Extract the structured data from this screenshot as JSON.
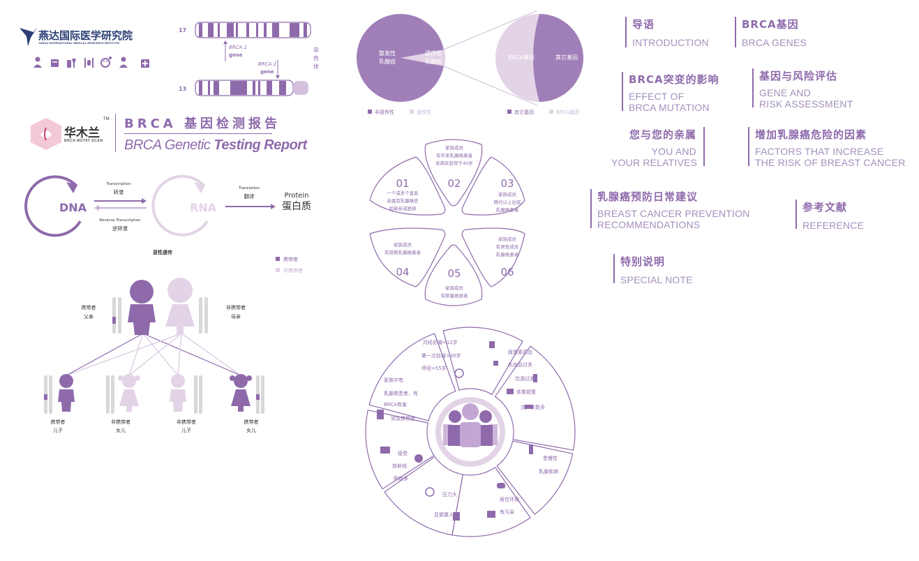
{
  "logo": {
    "name": "燕达国际医学研究院",
    "subtitle": "YANDA INTERNATIONAL MEDICAL RESEARCH INSTITUTE"
  },
  "chromosome": {
    "label_17": "17",
    "label_13": "13",
    "brca1": "BRCA 1",
    "brca2": "BRCA 2",
    "gene": "gene",
    "side_label": "染色体"
  },
  "brand": {
    "name": "华木兰",
    "tm": "TM",
    "subtitle": "BRCA MUTAT SCAN",
    "report_cn": "BRCA 基因检测报告",
    "report_en_light": "BRCA Genetic ",
    "report_en_bold": "Testing Report"
  },
  "dogma": {
    "dna": "DNA",
    "rna": "RNA",
    "transcription_en": "Transcription",
    "transcription_cn": "转录",
    "reverse_en": "Reverse Transcription",
    "reverse_cn": "逆转录",
    "translation_en": "Translation",
    "translation_cn": "翻译",
    "protein_en": "Protein",
    "protein_cn": "蛋白质"
  },
  "inheritance": {
    "title": "显性遗传",
    "legend_carrier": "携带者",
    "legend_noncarrier": "非携带者",
    "father_l1": "携带者",
    "father_l2": "父亲",
    "mother_l1": "非携带者",
    "mother_l2": "母亲",
    "children": [
      {
        "l1": "携带者",
        "l2": "儿子"
      },
      {
        "l1": "非携带者",
        "l2": "女儿"
      },
      {
        "l1": "非携带者",
        "l2": "儿子"
      },
      {
        "l1": "携带者",
        "l2": "女儿"
      }
    ]
  },
  "pies": {
    "left": {
      "big": "散发性\n乳腺癌",
      "small": "遗传性\n乳腺癌",
      "legend_a": "非遗传性",
      "legend_b": "遗传性"
    },
    "right": {
      "a": "BRCA基因",
      "b": "其它基因",
      "legend_a": "其它基因",
      "legend_b": "BRCA基因"
    }
  },
  "flower": {
    "petals": [
      {
        "num": "01",
        "text": "一个或多个直系\n亲属有乳腺癌史\n如母亲或姐妹"
      },
      {
        "num": "02",
        "text": "家族成员\n有平发乳腺癌患者\n发病年龄早于40岁"
      },
      {
        "num": "03",
        "text": "家族成员\n两代以上出现\n乳腺癌患者"
      },
      {
        "num": "04",
        "text": "家族成员\n有双侧乳腺癌患者"
      },
      {
        "num": "05",
        "text": "家族成员\n有卵巢癌患者"
      },
      {
        "num": "06",
        "text": "家族成员\n有男性成员\n乳腺癌患者"
      }
    ]
  },
  "risk_wheel": {
    "segments": [
      {
        "lines": [
          "月经初潮<12岁",
          "第一次妊娠>30岁",
          "停经>55岁"
        ]
      },
      {
        "lines": [
          "雌激素药品",
          "化妆品过多",
          "饮酒过多",
          "体重超重",
          "流产次数多"
        ]
      },
      {
        "lines": [
          "患慢性",
          "乳腺疾病"
        ]
      },
      {
        "lines": [
          "居住环境",
          "有污染"
        ]
      },
      {
        "lines": [
          "压力大",
          "亚健康人群"
        ]
      },
      {
        "lines": [
          "接受",
          "放射线",
          "照射多"
        ]
      },
      {
        "lines": [
          "家族中有",
          "乳腺癌患者、有",
          "BRCA有害",
          "突变携带者"
        ]
      }
    ]
  },
  "headings": [
    {
      "cn": "导语",
      "en": "INTRODUCTION"
    },
    {
      "cn": "BRCA基因",
      "en": "BRCA GENES"
    },
    {
      "cn": "BRCA突变的影响",
      "en": "EFFECT OF\nBRCA MUTATION"
    },
    {
      "cn": "基因与风险评估",
      "en": "GENE AND\nRISK ASSESSMENT"
    },
    {
      "cn": "您与您的亲属",
      "en": "YOU AND\nYOUR RELATIVES"
    },
    {
      "cn": "增加乳腺癌危险的因素",
      "en": "FACTORS THAT INCREASE\nTHE RISK OF BREAST CANCER"
    },
    {
      "cn": "乳腺癌预防日常建议",
      "en": "BREAST CANCER PREVENTION\nRECOMMENDATIONS"
    },
    {
      "cn": "参考文献",
      "en": "REFERENCE"
    },
    {
      "cn": "特别说明",
      "en": "SPECIAL NOTE"
    }
  ],
  "colors": {
    "primary": "#8e6aab",
    "light": "#e3d3e6",
    "lighter": "#ece2ef",
    "logo_blue": "#2c3e75"
  }
}
